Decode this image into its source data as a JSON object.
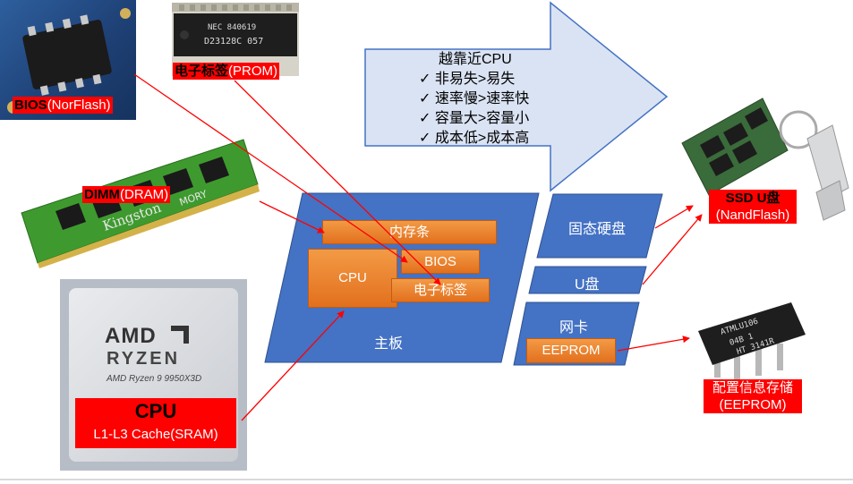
{
  "photos": {
    "bios_label_bold": "BIOS",
    "bios_label_rest": "(NorFlash)",
    "prom_label_bold": "电子标签",
    "prom_label_rest": "(PROM)",
    "prom_chip_text1": "NEC 840619",
    "prom_chip_text2": "D23128C 057",
    "dimm_label_bold": "DIMM",
    "dimm_label_rest": "(DRAM)",
    "dimm_brand": "Kingston",
    "dimm_brand2": "MORY",
    "cpu_brand": "AMD",
    "cpu_line": "RYZEN",
    "cpu_model": "AMD Ryzen 9 9950X3D",
    "cpu_label": "CPU",
    "cpu_sublabel": "L1-L3 Cache(SRAM)",
    "ssd_label": "SSD U盘",
    "ssd_sublabel": "(NandFlash)",
    "eeprom_label": "配置信息存储",
    "eeprom_sublabel": "(EEPROM)",
    "eeprom_chip_text1": "ATMLU106",
    "eeprom_chip_text2": "04B 1",
    "eeprom_chip_text3": "HT 3141R"
  },
  "arrow_box": {
    "title": "越靠近CPU",
    "items": [
      "非易失>易失",
      "速率慢>速率快",
      "容量大>容量小",
      "成本低>成本高"
    ],
    "check": "✓"
  },
  "board": {
    "label": "主板",
    "memory": "内存条",
    "cpu": "CPU",
    "bios": "BIOS",
    "etag": "电子标签"
  },
  "storage": {
    "ssd": "固态硬盘",
    "usb": "U盘",
    "nic": "网卡",
    "eeprom": "EEPROM"
  },
  "colors": {
    "board_blue": "#4472c4",
    "orange": "#ed7d31",
    "red": "#ff0000",
    "arrow_fill": "#dae3f3"
  }
}
